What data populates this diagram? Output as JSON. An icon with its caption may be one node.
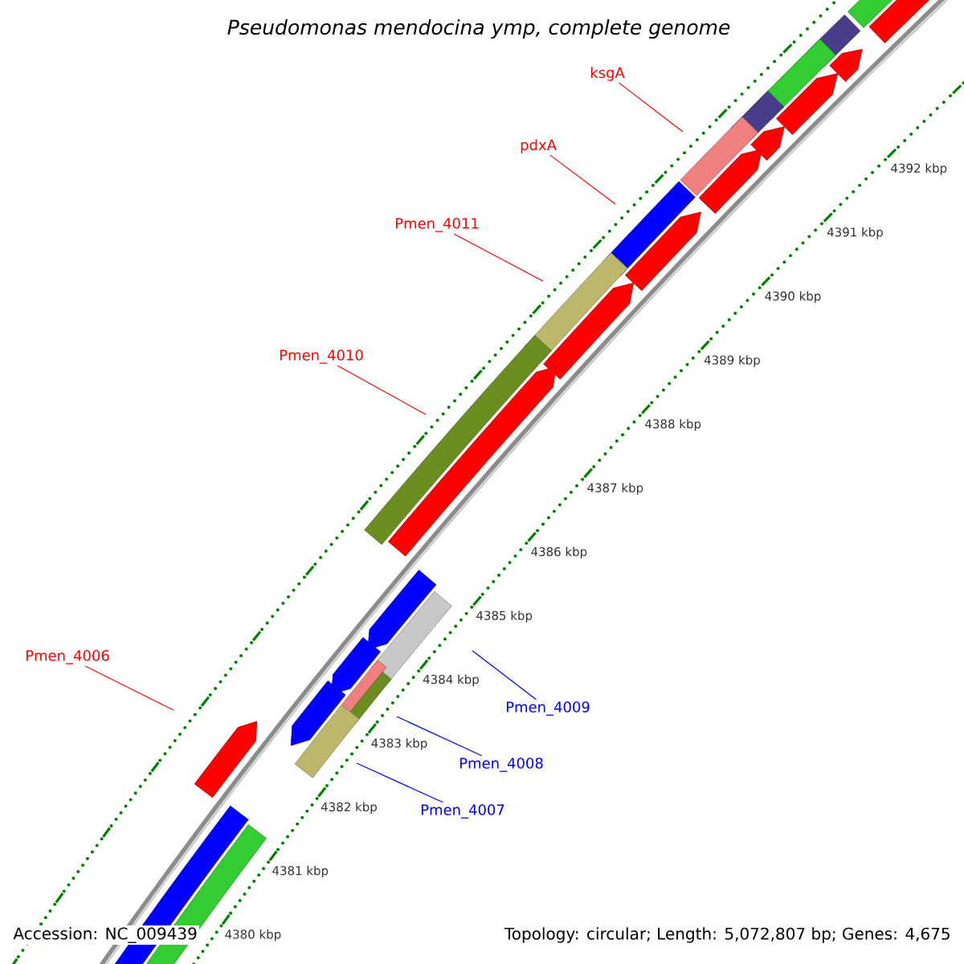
{
  "diagram": {
    "title": "Pseudomonas mendocina ymp, complete genome",
    "nodes": [
      {
        "text": [
          "ksgA"
        ]
      },
      {
        "text": [
          "pdxA"
        ]
      },
      {
        "text": [
          "Pmen_4011"
        ]
      },
      {
        "text": [
          "Pmen_4010"
        ]
      },
      {
        "text": [
          "Pmen_4006"
        ]
      },
      {
        "text": [
          "Pmen_4009"
        ]
      },
      {
        "text": [
          "Pmen_4008"
        ]
      },
      {
        "text": [
          "Pmen_4007"
        ]
      }
    ],
    "edges": [
      {
        "from": 0,
        "to": null,
        "arrow": "none"
      },
      {
        "from": 1,
        "to": null,
        "arrow": "none"
      },
      {
        "from": 2,
        "to": null,
        "arrow": "none"
      },
      {
        "from": 3,
        "to": null,
        "arrow": "none"
      },
      {
        "from": 4,
        "to": null,
        "arrow": "none"
      },
      {
        "from": 5,
        "to": null,
        "arrow": "none",
        "color": "#0000ff"
      },
      {
        "from": 6,
        "to": null,
        "arrow": "none",
        "color": "#0000ff"
      },
      {
        "from": 7,
        "to": null,
        "arrow": "none",
        "color": "#0000ff"
      }
    ],
    "labels": [
      "4392 kbp",
      "4391 kbp",
      "4390 kbp",
      "4389 kbp",
      "4388 kbp",
      "4387 kbp",
      "4386 kbp",
      "4385 kbp",
      "4384 kbp",
      "4383 kbp",
      "4382 kbp",
      "4381 kbp",
      "4380 kbp",
      "Accession: NC_009439",
      "Topology: circular; Length: 5,072,807 bp; Genes: 4,675"
    ]
  }
}
